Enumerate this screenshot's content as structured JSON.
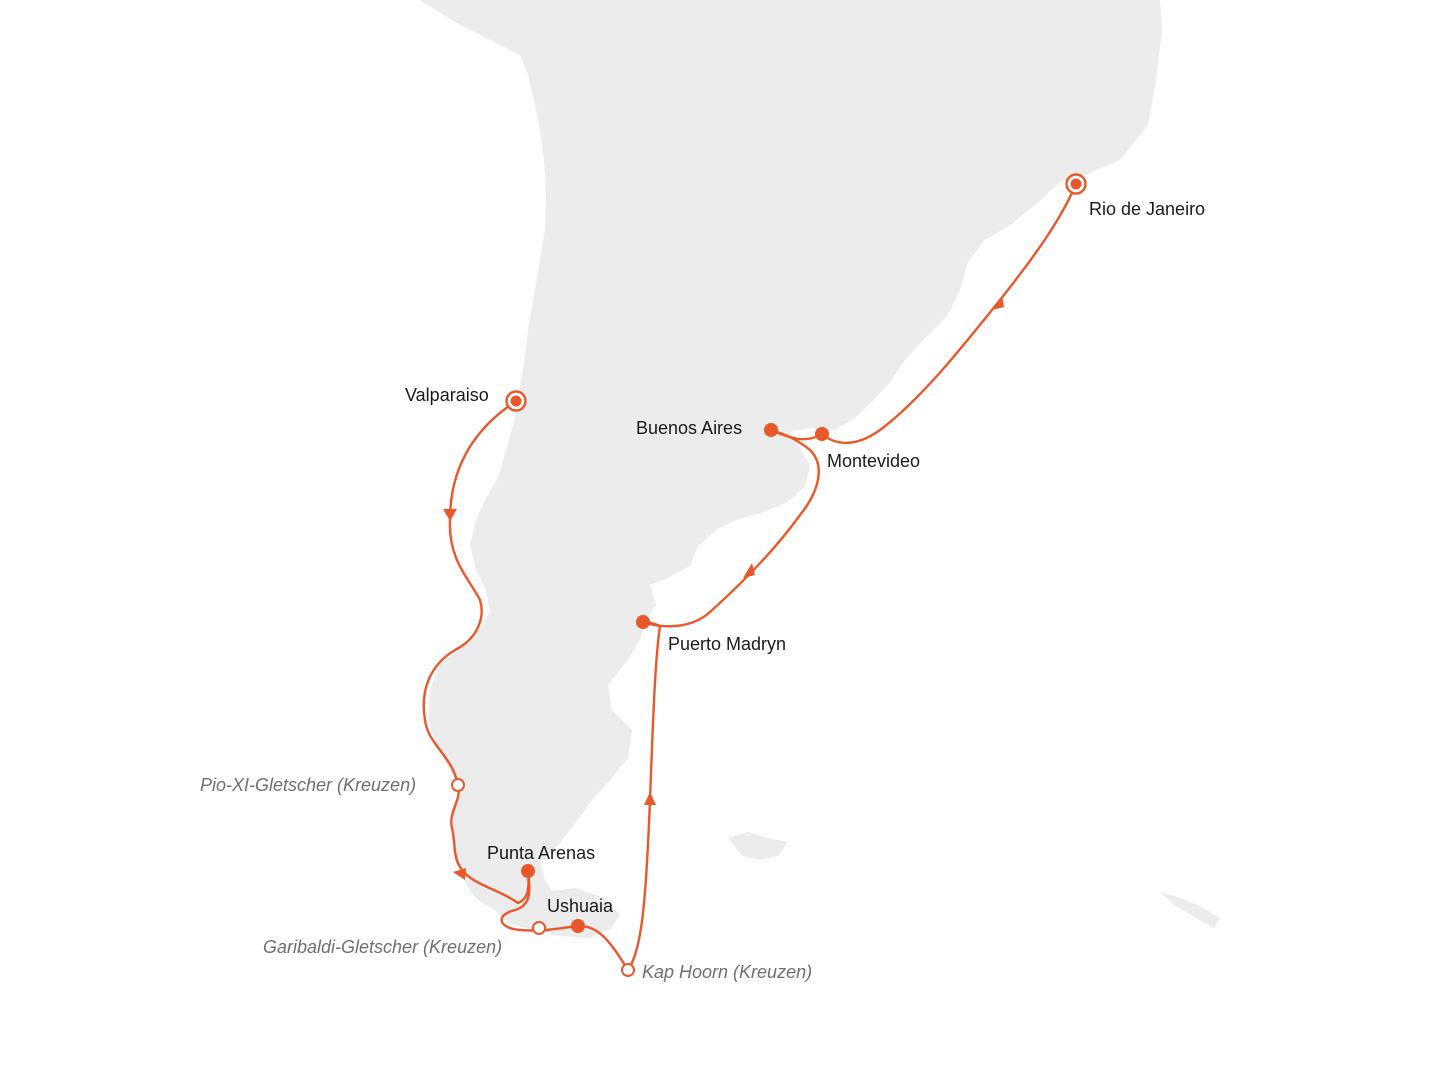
{
  "colors": {
    "route": "#e8582a",
    "land": "#ececec",
    "label": "#1a1a1a",
    "cruise_label": "#6f6f6f"
  },
  "ports": {
    "rio": {
      "name": "Rio de Janeiro",
      "kind": "start-end"
    },
    "valparaiso": {
      "name": "Valparaiso",
      "kind": "start-end"
    },
    "buenos_aires": {
      "name": "Buenos Aires",
      "kind": "port"
    },
    "montevideo": {
      "name": "Montevideo",
      "kind": "port"
    },
    "puerto_madryn": {
      "name": "Puerto Madryn",
      "kind": "port"
    },
    "punta_arenas": {
      "name": "Punta Arenas",
      "kind": "port"
    },
    "ushuaia": {
      "name": "Ushuaia",
      "kind": "port"
    },
    "pio_xi": {
      "name": "Pio-XI-Gletscher (Kreuzen)",
      "kind": "cruising"
    },
    "garibaldi": {
      "name": "Garibaldi-Gletscher (Kreuzen)",
      "kind": "cruising"
    },
    "kap_hoorn": {
      "name": "Kap Hoorn (Kreuzen)",
      "kind": "cruising"
    }
  }
}
